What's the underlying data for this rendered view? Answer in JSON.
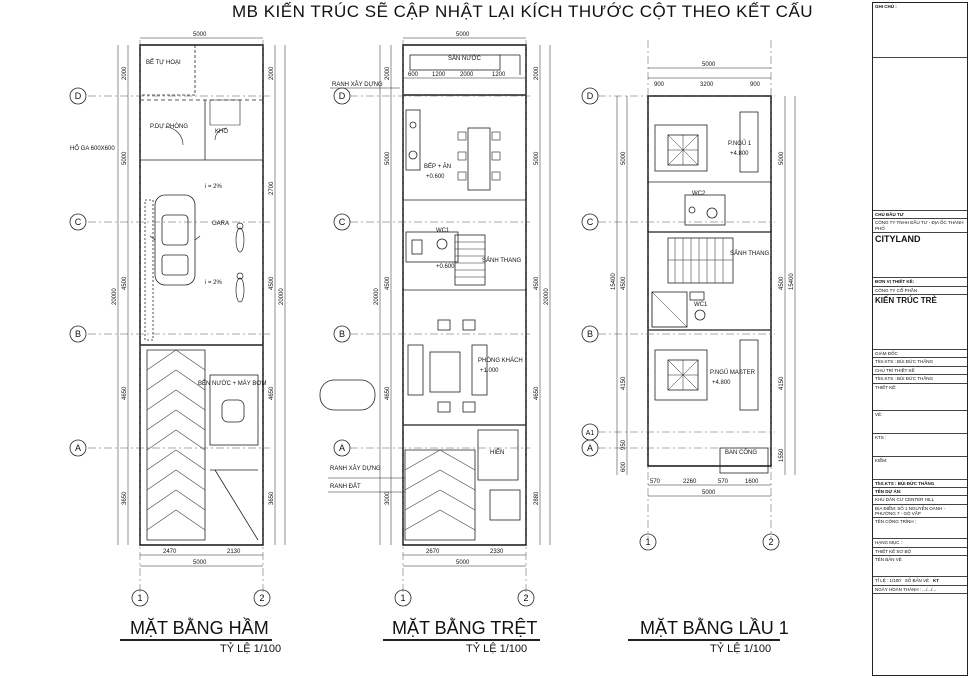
{
  "header": {
    "title": "MB KIẾN TRÚC SẼ CẬP NHẬT LẠI KÍCH THƯỚC CỘT THEO KẾT CẤU"
  },
  "plans": {
    "basement": {
      "title": "MẶT BẰNG HẦM",
      "scale": "TỶ LỆ 1/100",
      "rooms": {
        "tank": "BỂ TỰ HOẠI",
        "spare": "P.DỰ PHÒNG",
        "storage": "KHO",
        "garage": "GARA",
        "pump": "BỂN NƯỚC + MÁY BƠM"
      },
      "notes": {
        "manhole": "HỐ GA 600X600",
        "slope1": "i = 2%",
        "slope2": "i = 2%"
      },
      "dims": {
        "top": "5000",
        "bottom_total": "5000",
        "bottom_a": "2470",
        "bottom_b": "2130",
        "left_1": "2000",
        "left_2": "5000",
        "left_3": "4500",
        "left_4": "4650",
        "left_5": "3650",
        "left_total": "20000",
        "right_1": "2000",
        "right_2": "2700",
        "right_3": "4500",
        "right_4": "4650",
        "right_5": "3650",
        "right_total": "20000"
      }
    },
    "ground": {
      "title": "MẶT BẰNG TRỆT",
      "scale": "TỶ LỆ 1/100",
      "rooms": {
        "yard": "SÂN NƯỚC",
        "kitchen": "BẾP + ĂN",
        "wc": "WC1",
        "stair": "SẢNH THANG",
        "living": "PHÒNG KHÁCH",
        "porch": "HIÊN"
      },
      "levels": {
        "kitchen": "+0.600",
        "wc": "+0.600",
        "living": "+1.000"
      },
      "notes": {
        "line_top": "RANH XÂY DỰNG",
        "line_bottom": "RANH XÂY DỰNG",
        "land": "RANH ĐẤT"
      },
      "dims": {
        "top": "5000",
        "top_a": "600",
        "top_b": "1200",
        "top_c": "2000",
        "top_d": "1200",
        "bottom_a": "2670",
        "bottom_b": "2330",
        "bottom_total": "5000",
        "left_1": "2000",
        "left_2": "5000",
        "left_3": "4500",
        "left_4": "4650",
        "left_5": "3000",
        "left_total": "20000",
        "right_1": "2000",
        "right_2": "5000",
        "right_3": "4500",
        "right_4": "4650",
        "right_5": "2880",
        "right_total": "20000"
      }
    },
    "floor1": {
      "title": "MẶT BẰNG LẦU 1",
      "scale": "TỶ LỆ 1/100",
      "rooms": {
        "bed1": "P.NGỦ 1",
        "wc2": "WC2",
        "stair": "SẢNH THANG",
        "wc1": "WC1",
        "master": "P.NGỦ MASTER",
        "balcony": "BAN CÔNG"
      },
      "levels": {
        "bed1": "+4.800",
        "master": "+4.800"
      },
      "dims": {
        "top": "5000",
        "top_a": "900",
        "top_b": "3200",
        "top_c": "900",
        "bottom_a": "570",
        "bottom_b": "2260",
        "bottom_c": "570",
        "bottom_d": "1600",
        "bottom_total": "5000",
        "left_1": "5000",
        "left_2": "4500",
        "left_3": "4150",
        "left_4": "950",
        "left_5": "600",
        "left_total": "15400",
        "right_1": "5000",
        "right_2": "4500",
        "right_3": "4150",
        "right_4": "1550",
        "right_total": "15400"
      }
    }
  },
  "grid": {
    "rows": [
      "D",
      "C",
      "B",
      "A",
      "A1"
    ],
    "cols": [
      "1",
      "2"
    ]
  },
  "title_block": {
    "notes_label": "GHI CHÚ :",
    "owner_label": "CHỦ ĐẦU TƯ",
    "owner_name": "CÔNG TY TNHH ĐẦU TƯ - ĐỊA ỐC THÀNH PHỐ",
    "owner_logo": "CITYLAND",
    "designer_label": "ĐƠN VỊ THIẾT KẾ:",
    "designer_company": "CÔNG TY CỔ PHẦN",
    "designer_name": "KIẾN TRÚC TRẺ",
    "director_label": "GIÁM ĐỐC",
    "lead_label": "ThS.KTS : BÙI ĐỨC THẮNG",
    "lead_role": "CHỦ TRÌ THIẾT KẾ",
    "ks_label": "ThS.KTS : BÙI ĐỨC THẮNG",
    "design_label": "THIẾT KẾ:",
    "vc_label": "VẼ:",
    "kt_label": "KTS :",
    "kiem_label": "KIỂM:",
    "kts_name": "ThS.KTS : BÙI ĐỨC THẮNG",
    "project_label": "TÊN DỰ ÁN:",
    "project_name": "KHU DÂN CƯ CENTER HILL",
    "address": "ĐỊA ĐIỂM: SỐ 1 NGUYỄN OANH - PHƯỜNG 7 - GÒ VẤP",
    "work_label": "TÊN CÔNG TRÌNH :",
    "item_label": "HẠNG MỤC :",
    "item_name": "THIẾT KẾ SƠ BỘ",
    "drawing_label": "TÊN BẢN VẼ",
    "scale_label": "TỈ LỆ : 1/100",
    "sheet_label": "SỐ BẢN VẼ",
    "sheet_code": "KT",
    "date_label": "NGÀY HOÀN THÀNH : .../.../..."
  }
}
